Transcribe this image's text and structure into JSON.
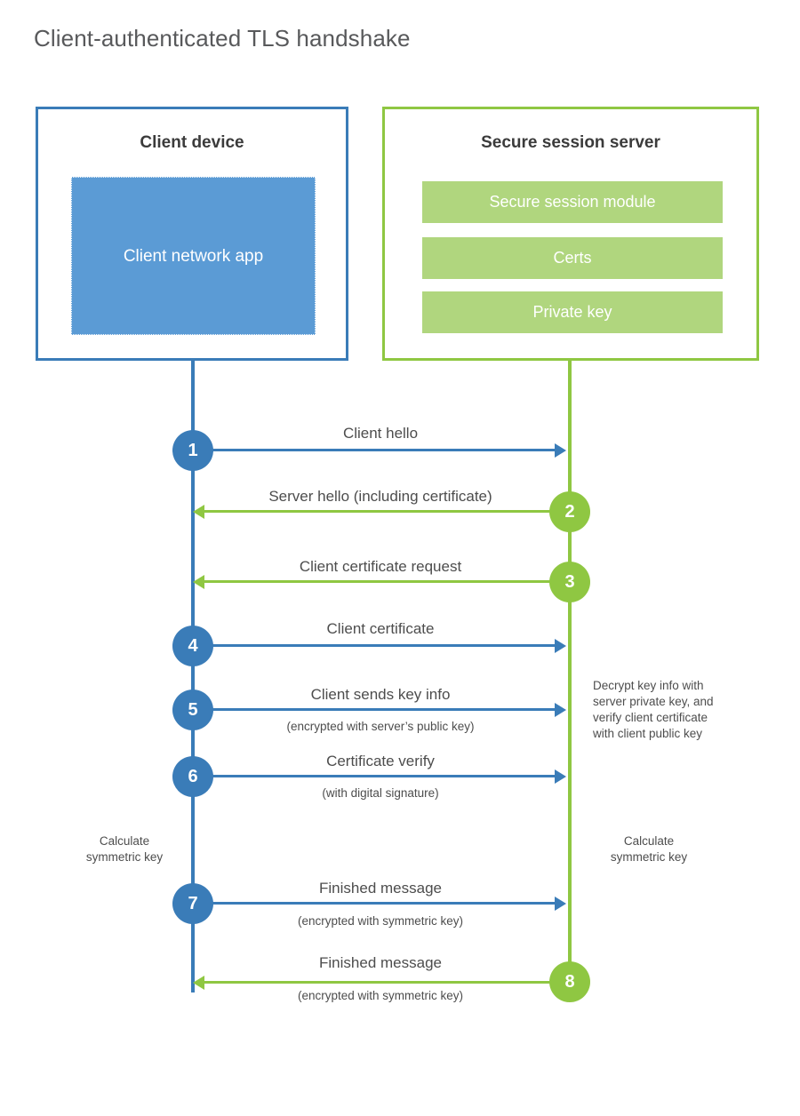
{
  "title": "Client-authenticated TLS handshake",
  "colors": {
    "blue": "#3a7cb8",
    "blue_fill": "#5b9bd5",
    "green": "#8fc742",
    "green_fill": "#b0d67e",
    "text": "#4d4d4d",
    "title_text": "#58595b"
  },
  "parties": {
    "client": {
      "title": "Client device",
      "app_label": "Client network app"
    },
    "server": {
      "title": "Secure session server",
      "modules": [
        "Secure session module",
        "Certs",
        "Private key"
      ]
    }
  },
  "steps": [
    {
      "number": "1",
      "label": "Client hello",
      "sub": "",
      "direction": "client-to-server",
      "color": "blue"
    },
    {
      "number": "2",
      "label": "Server hello (including certificate)",
      "sub": "",
      "direction": "server-to-client",
      "color": "green"
    },
    {
      "number": "3",
      "label": "Client certificate request",
      "sub": "",
      "direction": "server-to-client",
      "color": "green"
    },
    {
      "number": "4",
      "label": "Client certificate",
      "sub": "",
      "direction": "client-to-server",
      "color": "blue"
    },
    {
      "number": "5",
      "label": "Client sends key info",
      "sub": "(encrypted with server’s public key)",
      "direction": "client-to-server",
      "color": "blue"
    },
    {
      "number": "6",
      "label": "Certificate verify",
      "sub": "(with digital signature)",
      "direction": "client-to-server",
      "color": "blue"
    },
    {
      "number": "7",
      "label": "Finished message",
      "sub": "(encrypted with symmetric key)",
      "direction": "client-to-server",
      "color": "blue"
    },
    {
      "number": "8",
      "label": "Finished message",
      "sub": "(encrypted with symmetric key)",
      "direction": "server-to-client",
      "color": "green"
    }
  ],
  "annotations": {
    "decrypt_note": {
      "line1": "Decrypt key info with",
      "line2": "server private key, and",
      "line3": "verify client certificate",
      "line4": "with client public key"
    },
    "calc_key_client": {
      "line1": "Calculate",
      "line2": "symmetric key"
    },
    "calc_key_server": {
      "line1": "Calculate",
      "line2": "symmetric key"
    }
  }
}
